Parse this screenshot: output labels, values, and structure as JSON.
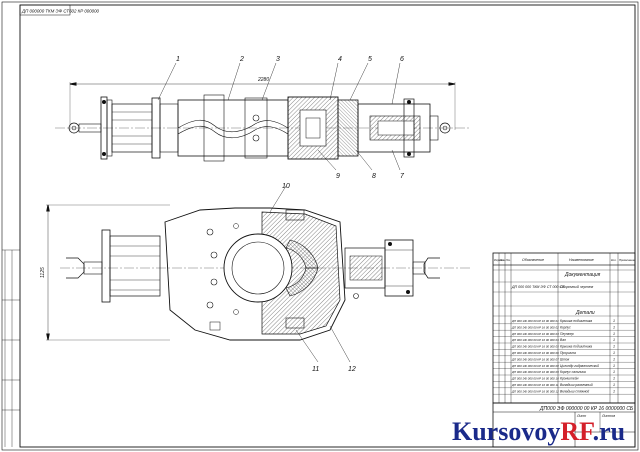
{
  "sheet": {
    "top_stamp": "ДП 000000 ТКМ ЭФ СТ602 КР 000000",
    "colors": {
      "line": "#111111",
      "hatch": "#555555",
      "watermark_blue": "#1a2a8a",
      "watermark_red": "#d4202a"
    }
  },
  "top_view": {
    "overall_dimension": "2280",
    "callouts_top": [
      "1",
      "2",
      "3",
      "4",
      "5",
      "6"
    ],
    "callouts_bottom": [
      "9",
      "8",
      "7"
    ]
  },
  "bottom_view": {
    "callouts": [
      "10",
      "11",
      "12"
    ],
    "height_dimension": "1125"
  },
  "bom": {
    "headers": {
      "format": "Формат",
      "zone": "Зона",
      "pos": "Поз.",
      "designation": "Обозначение",
      "name": "Наименование",
      "qty": "Кол.",
      "note": "Примечание"
    },
    "section_docs": "Документация",
    "doc_row": {
      "designation": "ДП 000 000 ТКМ ЭФ СТ 000 СБ",
      "name": "Сборочный чертеж"
    },
    "section_parts": "Детали",
    "rows": [
      {
        "designation": "ДП 000 ЭФ 000 00 КР 16 00 000 01",
        "name": "Крышка подшипника",
        "qty": "1"
      },
      {
        "designation": "ДП 000 ЭФ 000 00 КР 16 00 000 02",
        "name": "Корпус",
        "qty": "1"
      },
      {
        "designation": "ДП 000 ЭФ 000 00 КР 16 00 000 03",
        "name": "Плунжер",
        "qty": "1"
      },
      {
        "designation": "ДП 000 ЭФ 000 00 КР 16 00 000 04",
        "name": "Вал",
        "qty": "1"
      },
      {
        "designation": "ДП 000 ЭФ 000 00 КР 16 00 000 05",
        "name": "Крышка подшипника",
        "qty": "1"
      },
      {
        "designation": "ДП 000 ЭФ 000 00 КР 16 00 000 06",
        "name": "Проушина",
        "qty": "1"
      },
      {
        "designation": "ДП 000 ЭФ 000 00 КР 16 00 000 07",
        "name": "Шток",
        "qty": "1"
      },
      {
        "designation": "ДП 000 ЭФ 000 00 КР 16 00 000 08",
        "name": "Цилиндр гидравлический",
        "qty": "1"
      },
      {
        "designation": "ДП 000 ЭФ 000 00 КР 16 00 000 09",
        "name": "Корпус сальника",
        "qty": "1"
      },
      {
        "designation": "ДП 000 ЭФ 000 00 КР 16 00 000 10",
        "name": "Кронштейн",
        "qty": "1"
      },
      {
        "designation": "ДП 000 ЭФ 000 00 КР 16 00 000 11",
        "name": "Вкладыш разъемный",
        "qty": "1"
      },
      {
        "designation": "ДП 000 ЭФ 000 00 КР 16 00 000 12",
        "name": "Вкладыш стяжной",
        "qty": "1"
      }
    ],
    "title_block_code": "ДП000 ЭФ 000000 00 КР 16 0000000 СБ",
    "sheet_label": "Лист",
    "sheets_label": "Листов"
  },
  "watermark": {
    "main": "Kursovoy",
    "accent": "RF",
    "suffix": ".ru"
  }
}
